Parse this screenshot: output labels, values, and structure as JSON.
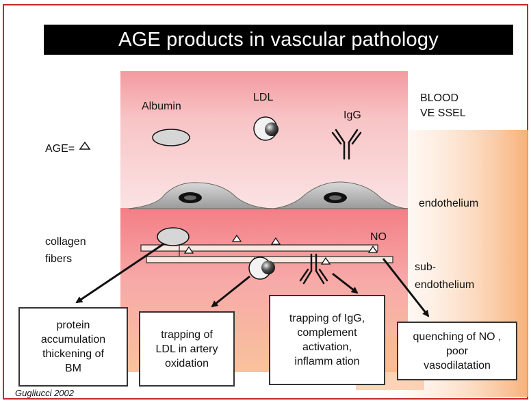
{
  "title": "AGE products in vascular pathology",
  "labels": {
    "albumin": "Albumin",
    "ldl": "LDL",
    "igg": "IgG",
    "blood": "BLOOD",
    "vessel": "VE SSEL",
    "age": "AGE=",
    "endothelium": "endothelium",
    "collagen": "collagen",
    "fibers": "fibers",
    "no": "NO",
    "sub": "sub-",
    "subendo": "endothelium"
  },
  "boxes": {
    "protein": [
      "protein",
      "accumulation",
      "thickening of",
      "BM"
    ],
    "ldl": [
      "trapping of",
      "LDL in artery",
      "oxidation"
    ],
    "igg": [
      "trapping of IgG,",
      "complement",
      "activation,",
      "inflamm ation"
    ],
    "no": [
      "quenching of NO ,",
      "poor",
      "vasodilatation"
    ]
  },
  "credit": "Gugliucci 2002",
  "colors": {
    "frame": "#c8262b",
    "title_bg": "#000000"
  }
}
